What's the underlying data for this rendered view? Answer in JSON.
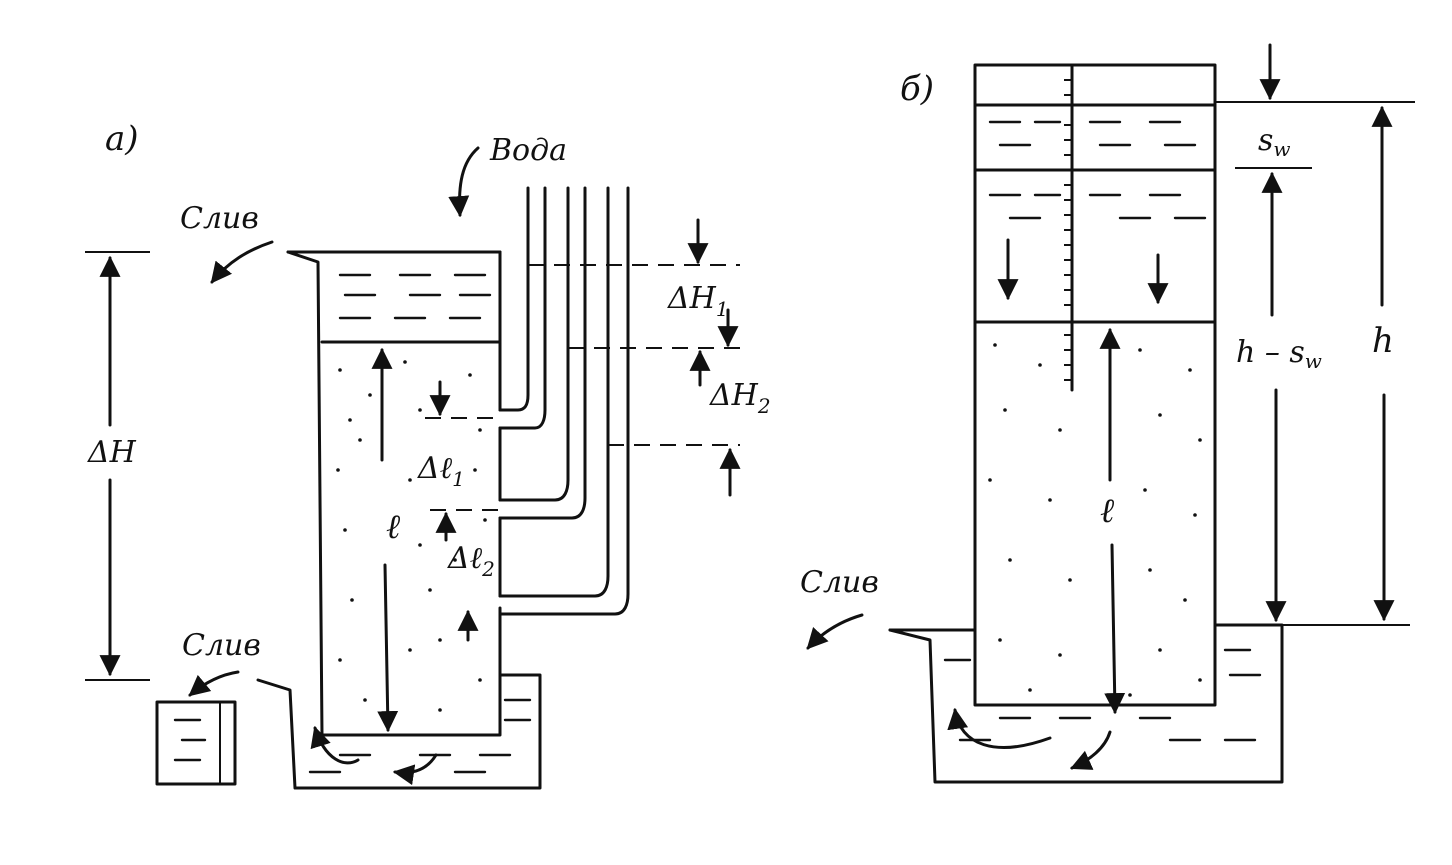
{
  "panel_a": {
    "label": "a)",
    "water_label": "Вода",
    "drain_top_label": "Слив",
    "drain_bottom_label": "Слив",
    "delta_h_label": "ΔH",
    "delta_h1_label": "ΔH",
    "delta_h1_sub": "1",
    "delta_h2_label": "ΔH",
    "delta_h2_sub": "2",
    "length_label": "ℓ",
    "delta_l1_label": "Δℓ",
    "delta_l1_sub": "1",
    "delta_l2_label": "Δℓ",
    "delta_l2_sub": "2"
  },
  "panel_b": {
    "label": "б)",
    "drain_label": "Слив",
    "sw_label": "s",
    "sw_sub": "w",
    "h_minus_sw_label": "h – s",
    "h_minus_sw_sub": "w",
    "h_label": "h",
    "length_label": "ℓ"
  },
  "colors": {
    "ink": "#111111",
    "paper": "#ffffff"
  }
}
